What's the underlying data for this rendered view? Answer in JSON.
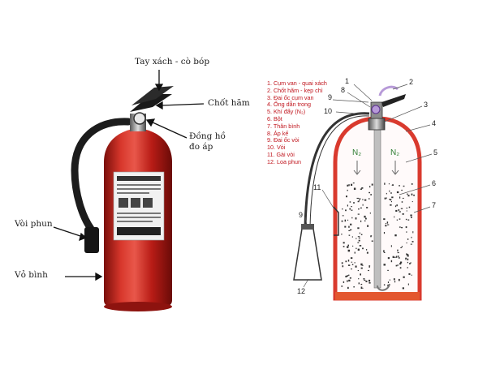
{
  "left_labels": {
    "handle": "Tay xách - cò bóp",
    "pin": "Chốt hãm",
    "gauge": "Đồng hồ đo áp",
    "hose": "Vòi phun",
    "shell": "Vỏ bình"
  },
  "legend": [
    "1. Cụm van - quai xách",
    "2. Chốt hãm - kẹp chì",
    "3. Đai ốc cụm van",
    "4. Ống dẫn trong",
    "5. Khí đẩy (N₂)",
    "6. Bột",
    "7. Thân bình",
    "8. Áp kế",
    "9. Đai ốc vòi",
    "10. Vòi",
    "11. Gài vòi",
    "12. Loa phun"
  ],
  "numbers": [
    "1",
    "2",
    "3",
    "4",
    "5",
    "6",
    "7",
    "8",
    "9",
    "10",
    "11",
    "9",
    "12"
  ],
  "gas_label": "N₂",
  "colors": {
    "body_red": "#c41e1a",
    "legend_red": "#c0151d",
    "diagram_outline": "#d93a2e"
  }
}
